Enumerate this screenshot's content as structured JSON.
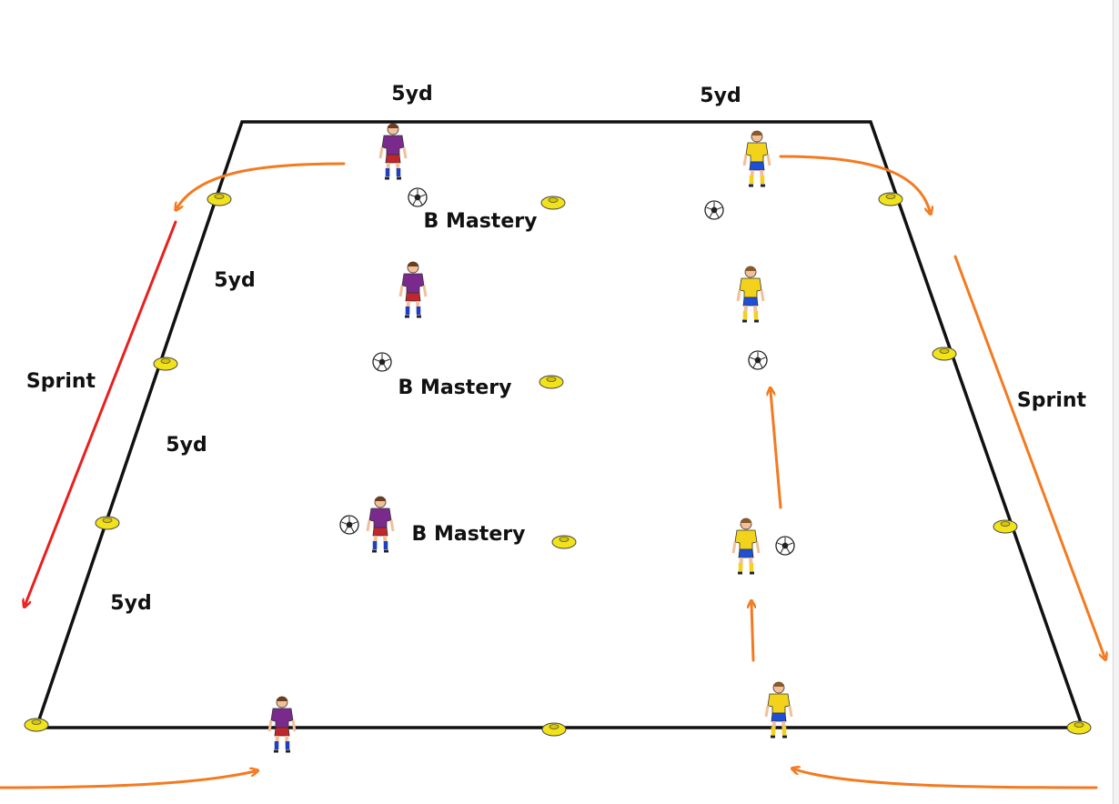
{
  "labels": {
    "top_left_distance": "5yd",
    "top_right_distance": "5yd",
    "side_distance_1": "5yd",
    "side_distance_2": "5yd",
    "side_distance_3": "5yd",
    "sprint_left": "Sprint",
    "sprint_right": "Sprint",
    "mastery_1": "B Mastery",
    "mastery_2": "B Mastery",
    "mastery_3": "B Mastery"
  },
  "colors": {
    "field_line": "#111111",
    "cone": "#f2e21a",
    "orange_arrow": "#f47a20",
    "red_arrow": "#e8201e",
    "team_red_shirt": "#7a2a8c",
    "team_red_shorts": "#c0262c",
    "team_yellow_shirt": "#f3d21c",
    "team_yellow_shorts": "#1f4fd6"
  },
  "icons": {
    "cone": "cone-icon",
    "ball": "soccer-ball-icon",
    "player_red": "player-red-icon",
    "player_yellow": "player-yellow-icon"
  }
}
